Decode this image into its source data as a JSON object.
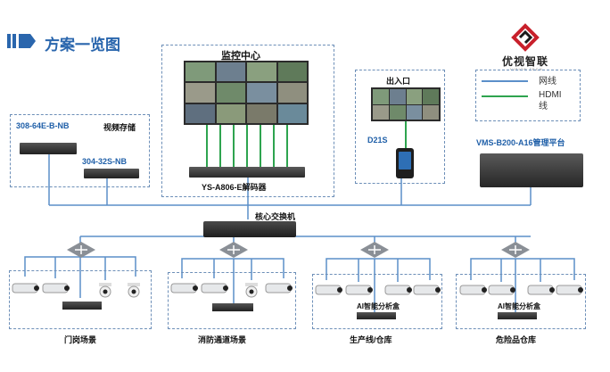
{
  "header": {
    "title": "方案一览图"
  },
  "logo": {
    "name": "优视智联",
    "subtitle": "VISION TECH"
  },
  "legend": {
    "network": "网线",
    "hdmi": "HDMI线"
  },
  "monitor_center": {
    "label": "监控中心",
    "decoder": "YS-A806-E解码器"
  },
  "entrance": {
    "label": "出入口",
    "device": "D21S"
  },
  "storage": {
    "nvr1": "308-64E-B-NB",
    "nvr2": "304-32S-NB",
    "label": "视频存储"
  },
  "platform": {
    "label": "VMS-B200-A16管理平台"
  },
  "core_switch": {
    "label": "核心交换机"
  },
  "sites": [
    {
      "label": "门岗场景"
    },
    {
      "label": "消防通道场景"
    },
    {
      "label": "AI智能分析盒",
      "site": "生产线/仓库"
    },
    {
      "label": "AI智能分析盒",
      "site": "危险品仓库"
    }
  ],
  "colors": {
    "network": "#5b8fc9",
    "hdmi": "#2ea44f",
    "title": "#2a66ad",
    "border": "#6d8fb8"
  }
}
